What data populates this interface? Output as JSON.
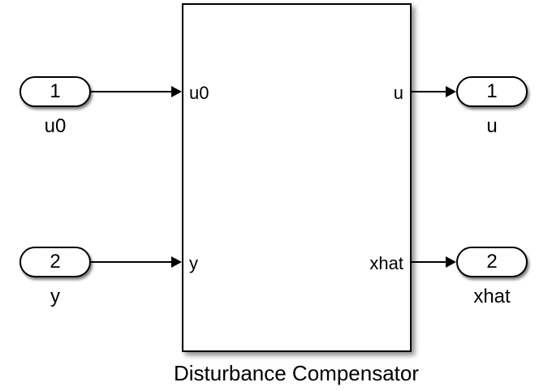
{
  "diagram": {
    "type": "simulink-block-diagram",
    "subsystem": {
      "name": "Disturbance Compensator",
      "inner_port_labels": {
        "in1": "u0",
        "in2": "y",
        "out1": "u",
        "out2": "xhat"
      }
    },
    "inports": [
      {
        "number": "1",
        "label": "u0"
      },
      {
        "number": "2",
        "label": "y"
      }
    ],
    "outports": [
      {
        "number": "1",
        "label": "u"
      },
      {
        "number": "2",
        "label": "xhat"
      }
    ],
    "colors": {
      "stroke": "#000000",
      "fill": "#ffffff",
      "background": "#ffffff",
      "shadow": "#999999"
    }
  }
}
